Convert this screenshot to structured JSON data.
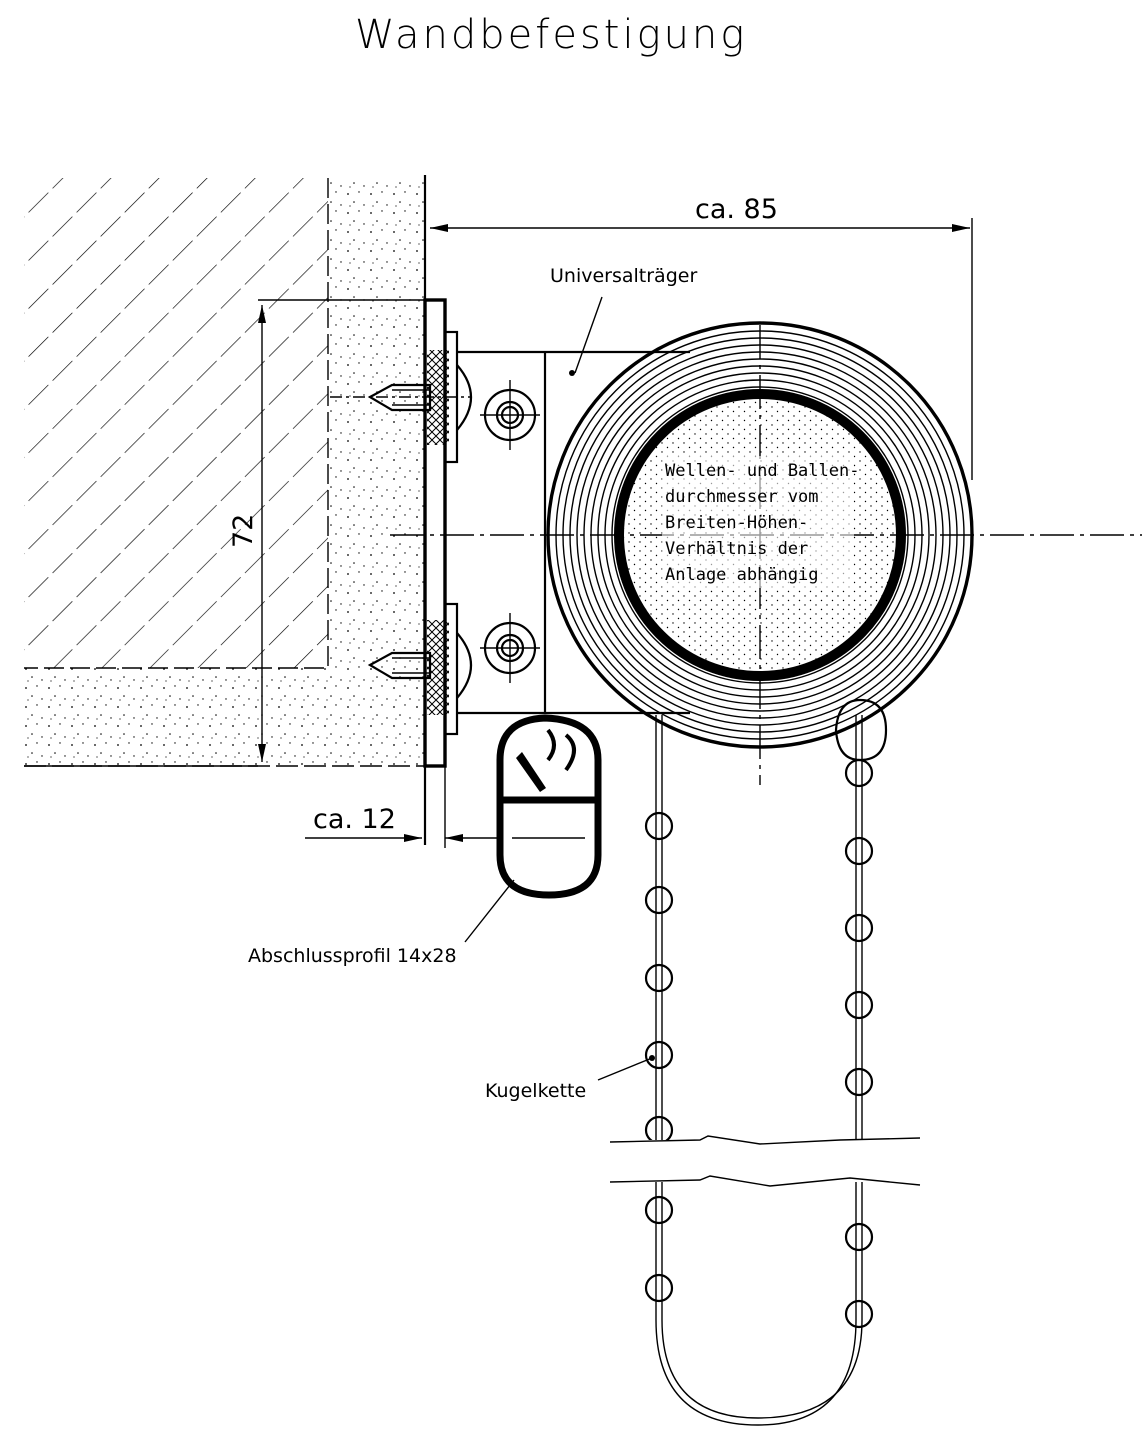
{
  "title": "Wandbefestigung",
  "labels": {
    "bracket": "Universalträger",
    "profile": "Abschlussprofil 14x28",
    "chain": "Kugelkette"
  },
  "dimensions": {
    "width": "ca. 85",
    "offset": "ca. 12",
    "height": "72"
  },
  "note_lines": [
    "Wellen- und Ballen-",
    "durchmesser vom",
    "Breiten-Höhen-",
    "Verhältnis der",
    "Anlage abhängig"
  ]
}
